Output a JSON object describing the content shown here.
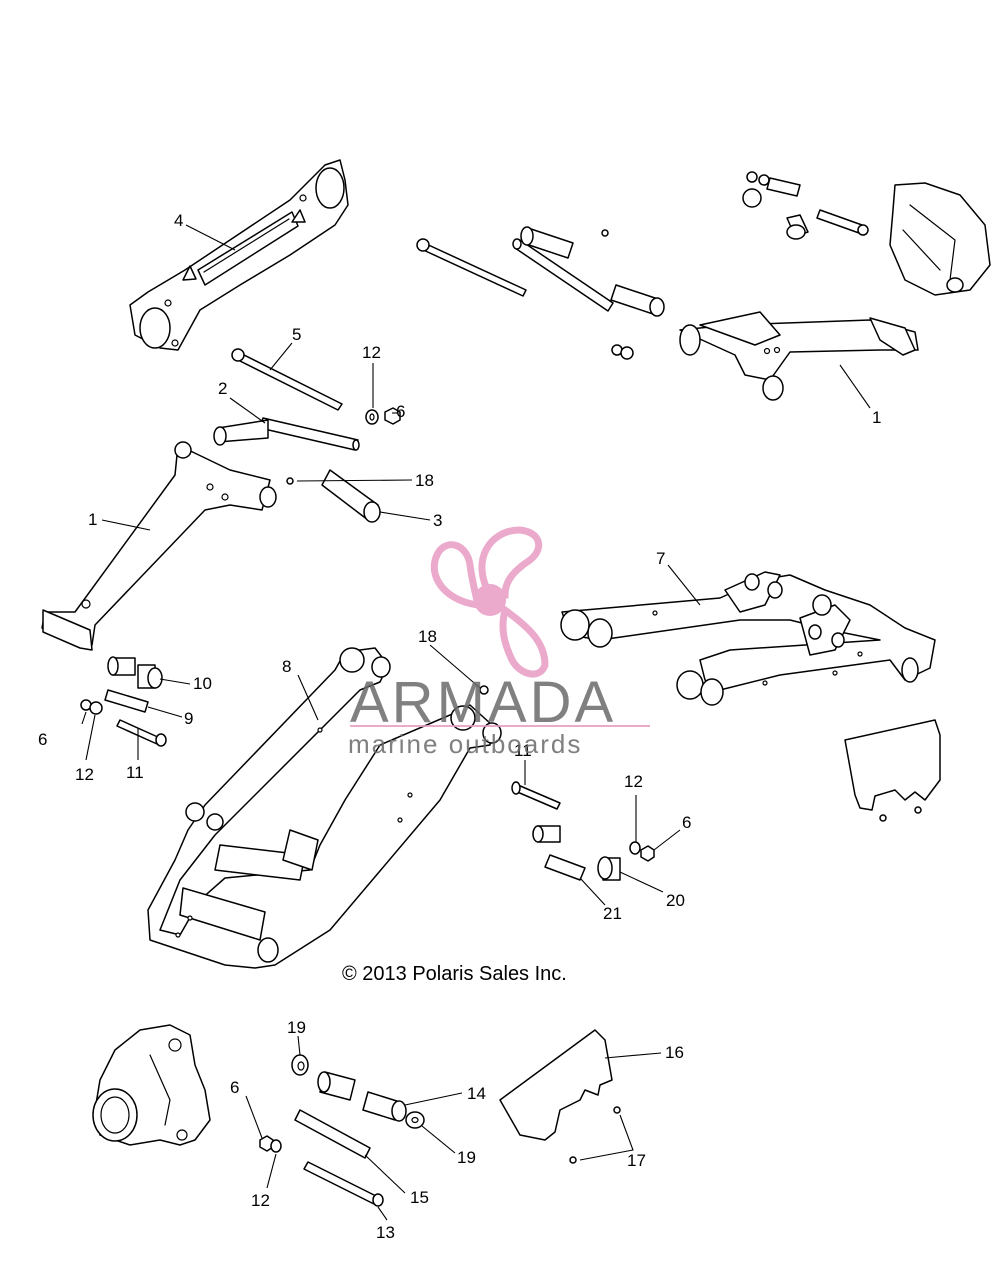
{
  "copyright": "© 2013 Polaris Sales Inc.",
  "watermark": {
    "brand": "ARMADA",
    "tagline": "marine outboards",
    "logo_color": "#e89bc4",
    "text_color": "#6a6a6a"
  },
  "callouts": {
    "c1a": "1",
    "c1b": "1",
    "c2": "2",
    "c3": "3",
    "c4": "4",
    "c5": "5",
    "c6a": "6",
    "c6b": "6",
    "c6c": "6",
    "c6d": "6",
    "c7": "7",
    "c8": "8",
    "c9": "9",
    "c10": "10",
    "c11a": "11",
    "c11b": "11",
    "c12a": "12",
    "c12b": "12",
    "c12c": "12",
    "c12d": "12",
    "c13": "13",
    "c14": "14",
    "c15": "15",
    "c16": "16",
    "c17": "17",
    "c18a": "18",
    "c18b": "18",
    "c19a": "19",
    "c19b": "19",
    "c20": "20",
    "c21": "21"
  }
}
